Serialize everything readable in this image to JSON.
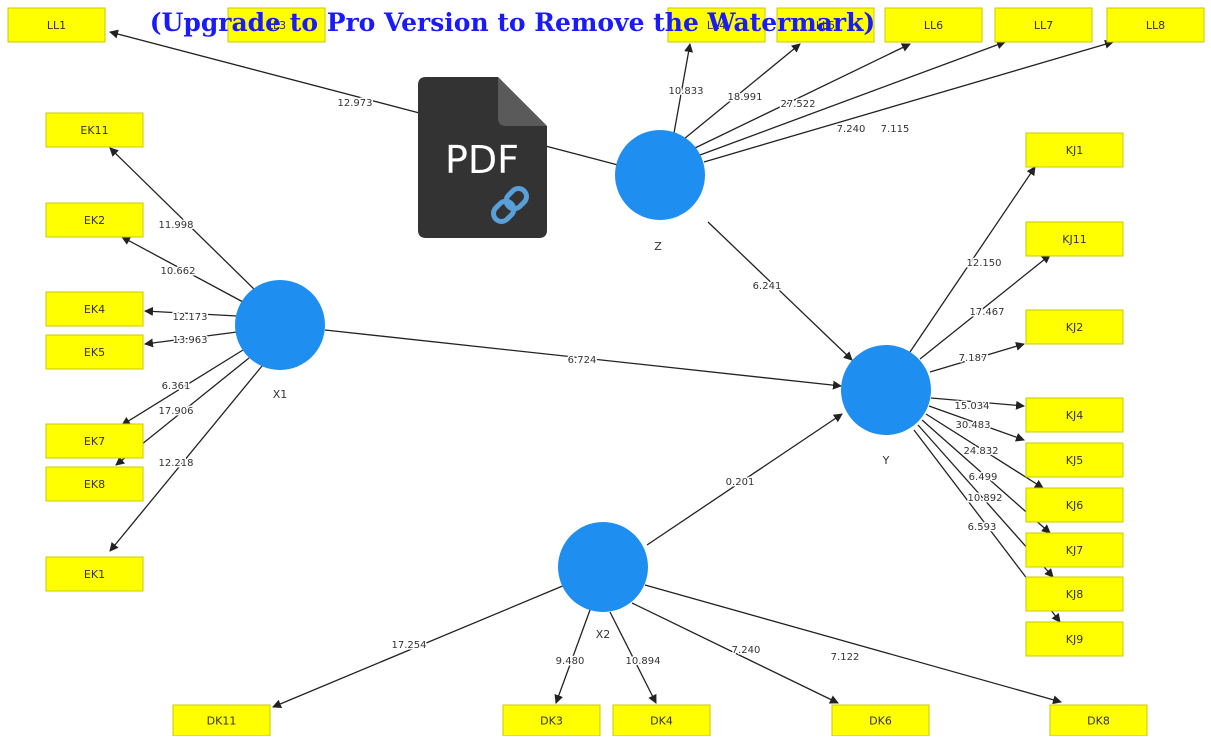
{
  "colors": {
    "indicator_box": "#ffff00",
    "latent_node": "#1f8ef1",
    "edge": "#222222",
    "watermark": "#1a1aff"
  },
  "watermark": {
    "text": "(Upgrade to Pro Version to Remove the Watermark)"
  },
  "pdf_icon": {
    "label": "PDF",
    "icon": "link-icon"
  },
  "latents": {
    "Z": "Z",
    "X1": "X1",
    "X2": "X2",
    "Y": "Y"
  },
  "indicators": {
    "LL1": "LL1",
    "LL3": "LL3",
    "LL4": "LL4",
    "LL5": "LL5",
    "LL6": "LL6",
    "LL7": "LL7",
    "LL8": "LL8",
    "EK11": "EK11",
    "EK2": "EK2",
    "EK4": "EK4",
    "EK5": "EK5",
    "EK7": "EK7",
    "EK8": "EK8",
    "EK1": "EK1",
    "KJ1": "KJ1",
    "KJ11": "KJ11",
    "KJ2": "KJ2",
    "KJ4": "KJ4",
    "KJ5": "KJ5",
    "KJ6": "KJ6",
    "KJ7": "KJ7",
    "KJ8": "KJ8",
    "KJ9": "KJ9",
    "DK11": "DK11",
    "DK3": "DK3",
    "DK4": "DK4",
    "DK6": "DK6",
    "DK8": "DK8"
  },
  "edges": {
    "Z_LL1": "12.973",
    "Z_LL4": "10.833",
    "Z_LL5": "18.991",
    "Z_LL6": "27.522",
    "Z_LL7": "7.240",
    "Z_LL8": "7.115",
    "X1_EK11": "11.998",
    "X1_EK2": "10.662",
    "X1_EK4": "12.173",
    "X1_EK5": "13.963",
    "X1_EK7": "6.361",
    "X1_EK8": "17.906",
    "X1_EK1": "12.218",
    "Z_Y": "6.241",
    "X1_Y": "6.724",
    "X2_Y": "0.201",
    "Y_KJ1": "12.150",
    "Y_KJ11": "17.467",
    "Y_KJ2": "7.187",
    "Y_KJ4": "15.034",
    "Y_KJ5": "30.483",
    "Y_KJ6": "24.832",
    "Y_KJ7": "6.499",
    "Y_KJ8": "10.892",
    "Y_KJ9": "6.593",
    "X2_DK11": "17.254",
    "X2_DK3": "9.480",
    "X2_DK4": "10.894",
    "X2_DK6": "7.240",
    "X2_DK8": "7.122"
  }
}
